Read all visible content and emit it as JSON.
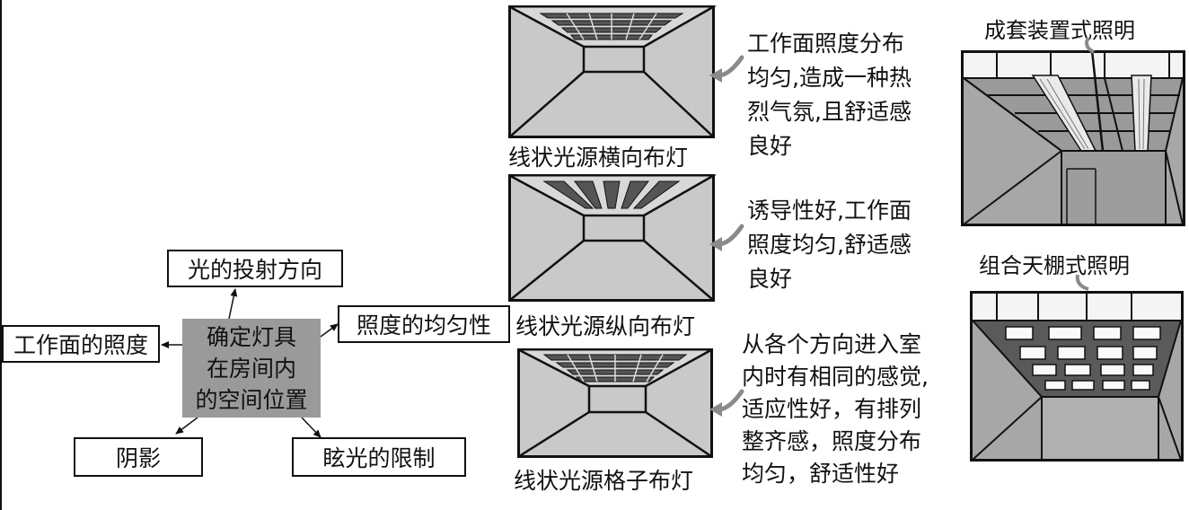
{
  "mind_map": {
    "center": [
      "确定灯具",
      "在房间内",
      "的空间位置"
    ],
    "nodes": {
      "top": "光的投射方向",
      "left": "工作面的照度",
      "right": "照度的均匀性",
      "bottom_left": "阴影",
      "bottom_right": "眩光的限制"
    }
  },
  "layouts": [
    {
      "caption": "线状光源横向布灯",
      "description": [
        "工作面照度分布",
        "均匀,造成一种热",
        "烈气氛,且舒适感",
        "良好"
      ]
    },
    {
      "caption": "线状光源纵向布灯",
      "description": [
        "诱导性好,工作面",
        "照度均匀,舒适感",
        "良好"
      ]
    },
    {
      "caption": "线状光源格子布灯",
      "description": [
        "从各个方向进入室",
        "内时有相同的感觉,",
        "适应性好，有排列",
        "整齐感，照度分布",
        "均匀，舒适性好"
      ]
    }
  ],
  "photos": [
    {
      "caption": "成套装置式照明"
    },
    {
      "caption": "组合天棚式照明"
    }
  ],
  "colors": {
    "center_fill": "#9a9a9a",
    "ceiling_gray": "#c9c9c9",
    "line": "#111111"
  }
}
